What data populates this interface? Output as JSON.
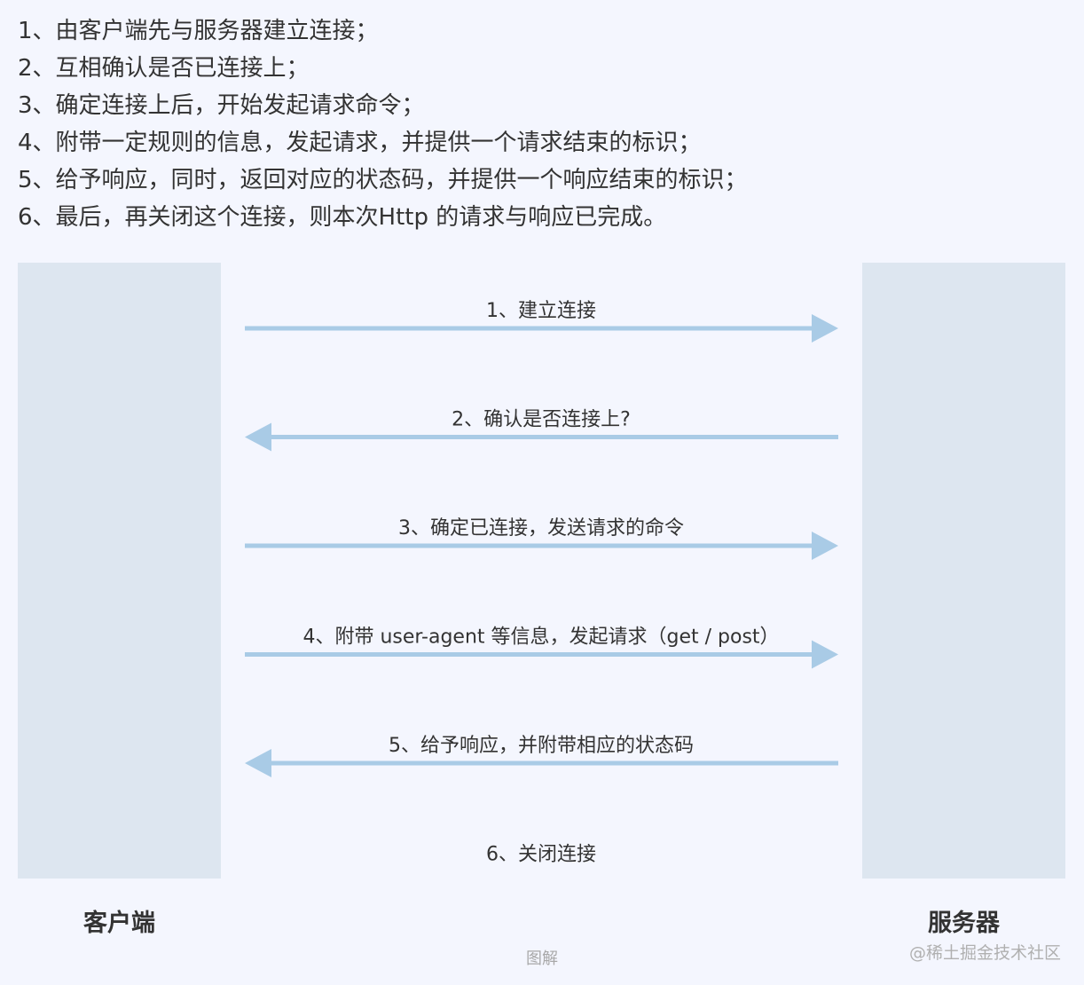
{
  "steps": [
    "1、由客户端先与服务器建立连接；",
    "2、互相确认是否已连接上；",
    "3、确定连接上后，开始发起请求命令；",
    "4、附带一定规则的信息，发起请求，并提供一个请求结束的标识；",
    "5、给予响应，同时，返回对应的状态码，并提供一个响应结束的标识；",
    "6、最后，再关闭这个连接，则本次Http 的请求与响应已完成。"
  ],
  "lanes": {
    "client": "客户端",
    "server": "服务器"
  },
  "messages": [
    {
      "label": "1、建立连接",
      "direction": "right"
    },
    {
      "label": "2、确认是否连接上?",
      "direction": "left"
    },
    {
      "label": "3、确定已连接，发送请求的命令",
      "direction": "right"
    },
    {
      "label": "4、附带 user-agent 等信息，发起请求（get / post）",
      "direction": "right"
    },
    {
      "label": "5、给予响应，并附带相应的状态码",
      "direction": "left"
    },
    {
      "label": "6、关闭连接",
      "direction": "none"
    }
  ],
  "caption": "图解",
  "watermark": "@稀土掘金技术社区",
  "colors": {
    "background": "#f4f6fe",
    "lane": "#dde6f0",
    "arrow": "#a9cbe6",
    "text": "#333333"
  }
}
